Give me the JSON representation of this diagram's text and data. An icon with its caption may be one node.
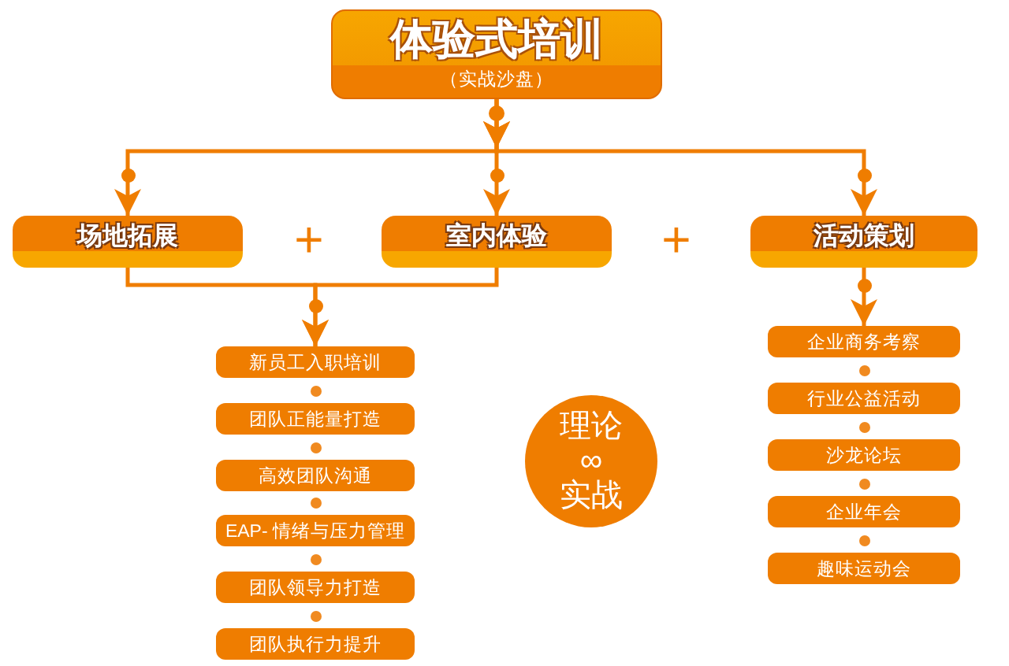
{
  "diagram": {
    "nodes": [
      {
        "text": [
          "体验式培训",
          "（实战沙盘）"
        ]
      },
      {
        "text": [
          "场地拓展"
        ]
      },
      {
        "text": [
          "室内体验"
        ]
      },
      {
        "text": [
          "活动策划"
        ]
      },
      {
        "text": [
          "新员工入职培训"
        ]
      },
      {
        "text": [
          "团队正能量打造"
        ]
      },
      {
        "text": [
          "高效团队沟通"
        ]
      },
      {
        "text": [
          "EAP- 情绪与压力管理"
        ]
      },
      {
        "text": [
          "团队领导力打造"
        ]
      },
      {
        "text": [
          "团队执行力提升"
        ]
      },
      {
        "text": [
          "理论 ∞ 实战"
        ]
      },
      {
        "text": [
          "企业商务考察"
        ]
      },
      {
        "text": [
          "行业公益活动"
        ]
      },
      {
        "text": [
          "沙龙论坛"
        ]
      },
      {
        "text": [
          "企业年会"
        ]
      },
      {
        "text": [
          "趣味运动会"
        ]
      }
    ],
    "edges": [
      {
        "from": 0,
        "to": 1,
        "arrow": "to"
      },
      {
        "from": 0,
        "to": 2,
        "arrow": "to"
      },
      {
        "from": 0,
        "to": 3,
        "arrow": "to"
      },
      {
        "from": 1,
        "to": 4,
        "arrow": "to"
      },
      {
        "from": 2,
        "to": 4,
        "arrow": "to"
      },
      {
        "from": 3,
        "to": 11,
        "arrow": "to"
      }
    ],
    "labels": [
      "+",
      "+"
    ]
  }
}
